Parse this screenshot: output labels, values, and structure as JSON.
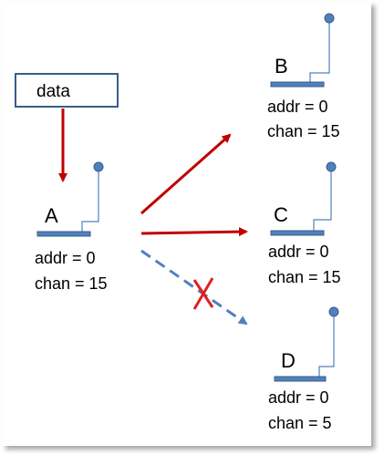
{
  "source": {
    "label": "data"
  },
  "nodes": [
    {
      "id": "A",
      "label": "A",
      "addr": "addr = 0",
      "chan": "chan = 15"
    },
    {
      "id": "B",
      "label": "B",
      "addr": "addr = 0",
      "chan": "chan = 15"
    },
    {
      "id": "C",
      "label": "C",
      "addr": "addr = 0",
      "chan": "chan = 15"
    },
    {
      "id": "D",
      "label": "D",
      "addr": "addr = 0",
      "chan": "chan = 5"
    }
  ],
  "edges": [
    {
      "from": "data",
      "to": "A",
      "style": "solid",
      "color": "#C00000"
    },
    {
      "from": "A",
      "to": "B",
      "style": "solid",
      "color": "#C00000"
    },
    {
      "from": "A",
      "to": "C",
      "style": "solid",
      "color": "#C00000"
    },
    {
      "from": "A",
      "to": "D",
      "style": "dashed",
      "color": "#4F81BD",
      "blocked": true
    }
  ],
  "colors": {
    "arrow_red": "#C00000",
    "arrow_blue": "#4F81BD",
    "device_fill": "#4F81BD",
    "device_stroke": "#385D8A",
    "antenna_dot": "#4F81BD",
    "cross_red": "#E02020",
    "box_border": "#385D8A"
  },
  "icons": {
    "device": "radio-device-icon",
    "blocked": "cross-mark-icon"
  }
}
